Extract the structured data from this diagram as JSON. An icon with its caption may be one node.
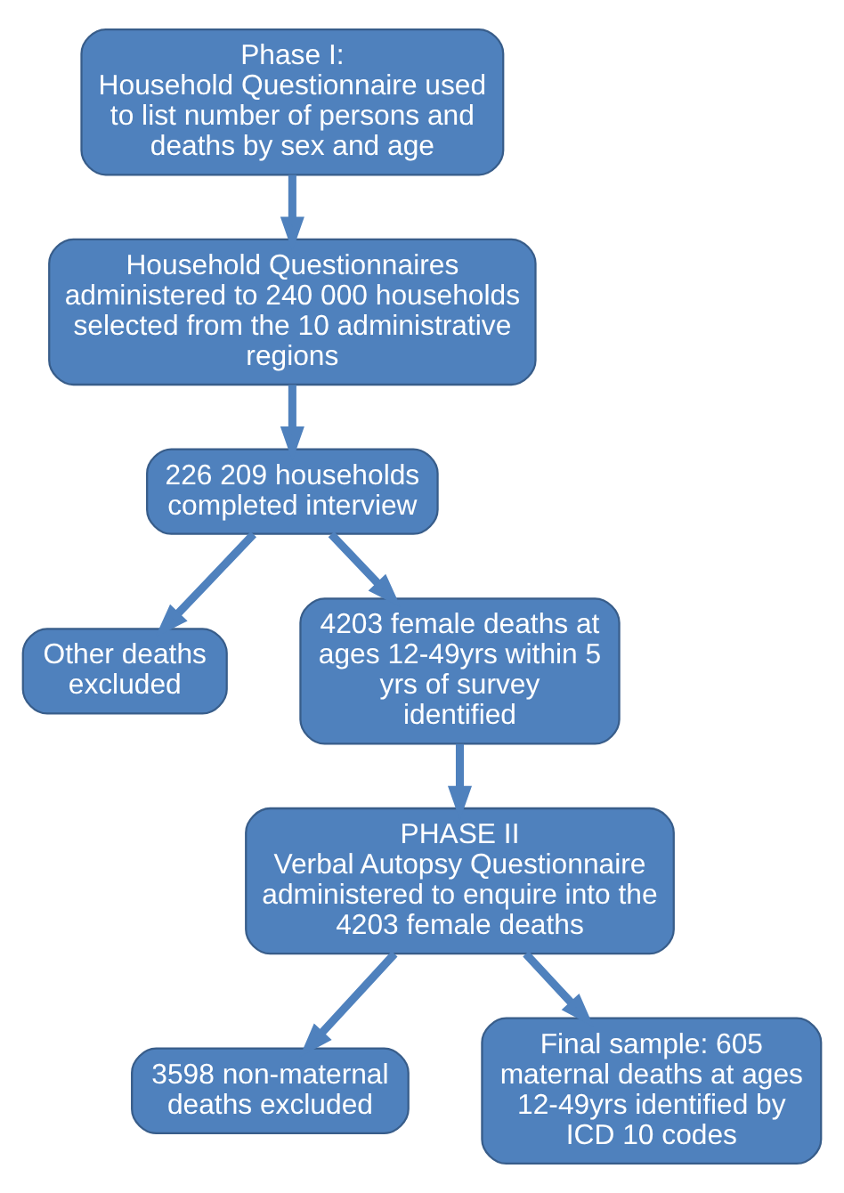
{
  "diagram": {
    "nodes": [
      {
        "text": [
          "Phase I:",
          "Household Questionnaire used to list number of persons and deaths by sex and age"
        ]
      },
      {
        "text": [
          "Household Questionnaires administered to 240 000 households selected from the 10 administrative regions"
        ]
      },
      {
        "text": [
          "226 209 households completed interview"
        ]
      },
      {
        "text": [
          "Other deaths excluded"
        ]
      },
      {
        "text": [
          "4203 female deaths at ages 12-49yrs within 5 yrs of survey identified"
        ]
      },
      {
        "text": [
          "PHASE II",
          "Verbal Autopsy Questionnaire administered to enquire into the 4203 female deaths"
        ]
      },
      {
        "text": [
          "3598 non-maternal deaths excluded"
        ]
      },
      {
        "text": [
          "Final sample: 605 maternal deaths at ages 12-49yrs identified by ICD 10 codes"
        ]
      }
    ],
    "edges": [
      {
        "from": 0,
        "to": 1,
        "arrow": "to"
      },
      {
        "from": 1,
        "to": 2,
        "arrow": "to"
      },
      {
        "from": 2,
        "to": 4,
        "arrow": "to"
      },
      {
        "from": 2,
        "to": 3,
        "arrow": "to"
      },
      {
        "from": 4,
        "to": 5,
        "arrow": "to"
      },
      {
        "from": 5,
        "to": 7,
        "arrow": "to"
      },
      {
        "from": 5,
        "to": 6,
        "arrow": "to"
      }
    ]
  }
}
